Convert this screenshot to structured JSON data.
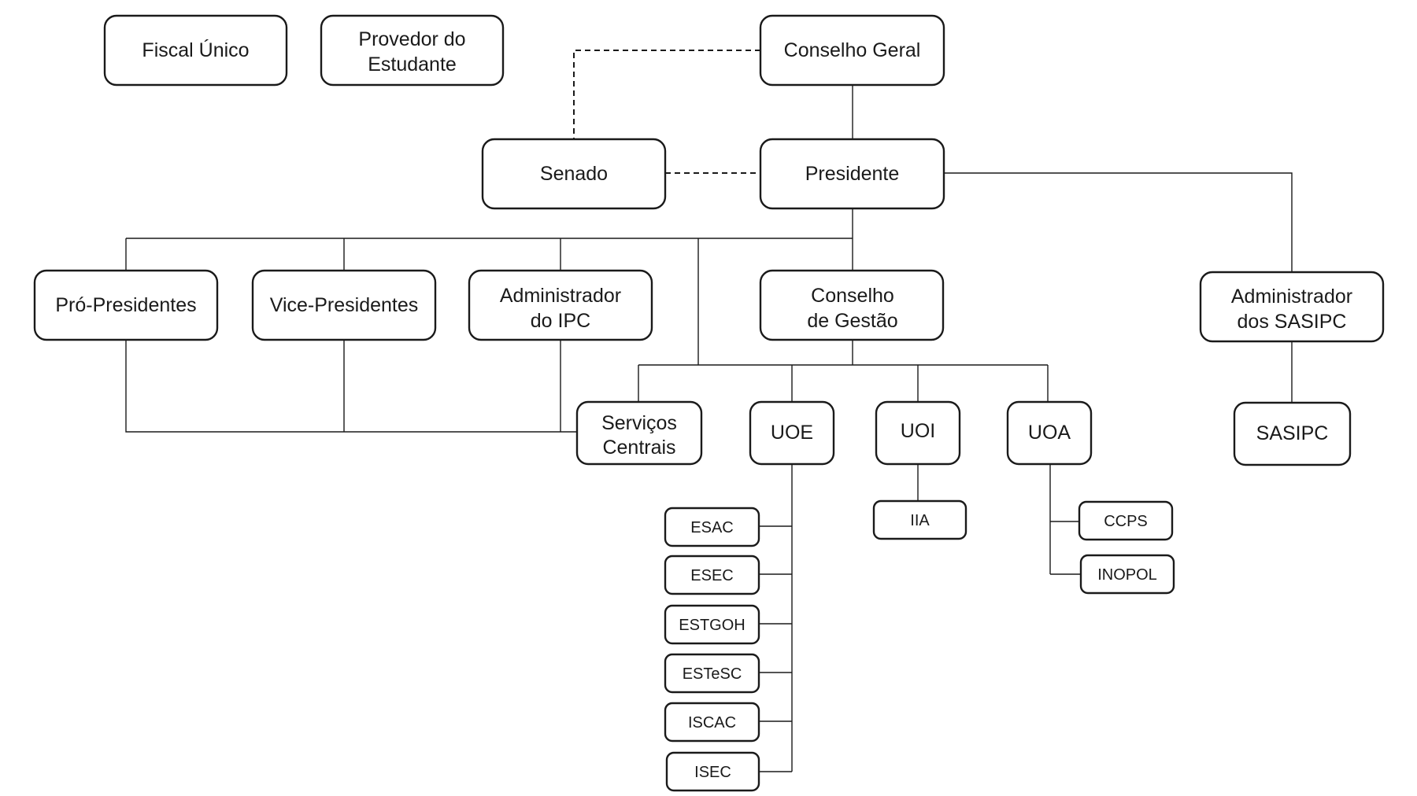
{
  "nodes": {
    "fiscal_unico": {
      "label": "Fiscal Único"
    },
    "provedor_estudante": {
      "line1": "Provedor do",
      "line2": "Estudante"
    },
    "conselho_geral": {
      "label": "Conselho Geral"
    },
    "senado": {
      "label": "Senado"
    },
    "presidente": {
      "label": "Presidente"
    },
    "pro_presidentes": {
      "label": "Pró-Presidentes"
    },
    "vice_presidentes": {
      "label": "Vice-Presidentes"
    },
    "administrador_ipc": {
      "line1": "Administrador",
      "line2": "do IPC"
    },
    "conselho_gestao": {
      "line1": "Conselho",
      "line2": "de Gestão"
    },
    "administrador_sasipc": {
      "line1": "Administrador",
      "line2": "dos SASIPC"
    },
    "servicos_centrais": {
      "line1": "Serviços",
      "line2": "Centrais"
    },
    "uoe": {
      "label": "UOE"
    },
    "uoi": {
      "label": "UOI"
    },
    "uoa": {
      "label": "UOA"
    },
    "sasipc": {
      "label": "SASIPC"
    },
    "esac": {
      "label": "ESAC"
    },
    "esec": {
      "label": "ESEC"
    },
    "estgoh": {
      "label": "ESTGOH"
    },
    "estesc": {
      "label": "ESTeSC"
    },
    "iscac": {
      "label": "ISCAC"
    },
    "isec": {
      "label": "ISEC"
    },
    "iia": {
      "label": "IIA"
    },
    "ccps": {
      "label": "CCPS"
    },
    "inopol": {
      "label": "INOPOL"
    }
  },
  "colors": {
    "stroke": "#1a1a1a",
    "fill": "#ffffff",
    "text": "#1a1a1a"
  }
}
